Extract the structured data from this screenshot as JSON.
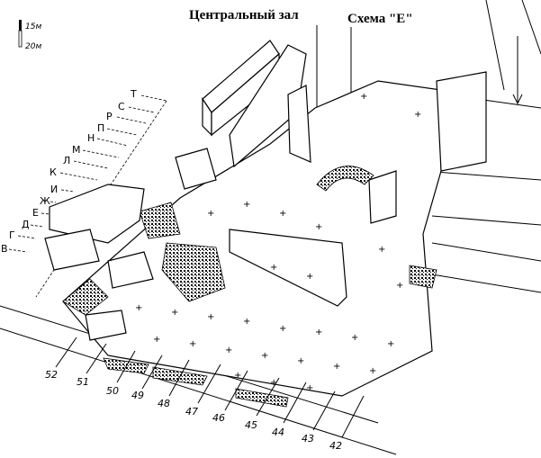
{
  "titles": {
    "central_hall": "Центральный зал",
    "scheme_e": "Схема \"Е\""
  },
  "scale_legend": {
    "top": "15м",
    "bottom": "20м"
  },
  "row_letters": [
    "Т",
    "С",
    "Р",
    "П",
    "Н",
    "М",
    "Л",
    "К",
    "И",
    "Ж",
    "Е",
    "Д",
    "Г",
    "В"
  ],
  "column_numbers": [
    "52",
    "51",
    "50",
    "49",
    "48",
    "47",
    "46",
    "45",
    "44",
    "43",
    "42"
  ]
}
